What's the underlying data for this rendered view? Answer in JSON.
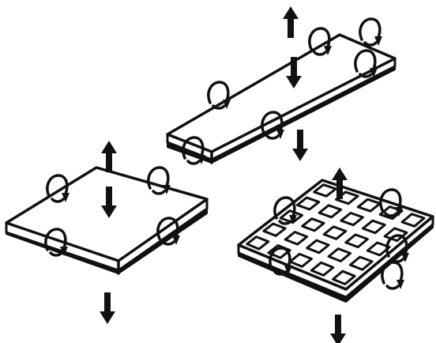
{
  "figure": {
    "panels": [
      {
        "id": "long-plate",
        "icon": "rectangular-plate-icon"
      },
      {
        "id": "square-plate",
        "icon": "square-plate-icon"
      },
      {
        "id": "lattice-plate",
        "icon": "grid-plate-icon"
      }
    ],
    "symbols": {
      "moment": "curved-moment-arrow-icon",
      "vertical_force": "vertical-force-arrow-icon"
    },
    "colors": {
      "ink": "#111111",
      "paper": "#ffffff"
    }
  }
}
